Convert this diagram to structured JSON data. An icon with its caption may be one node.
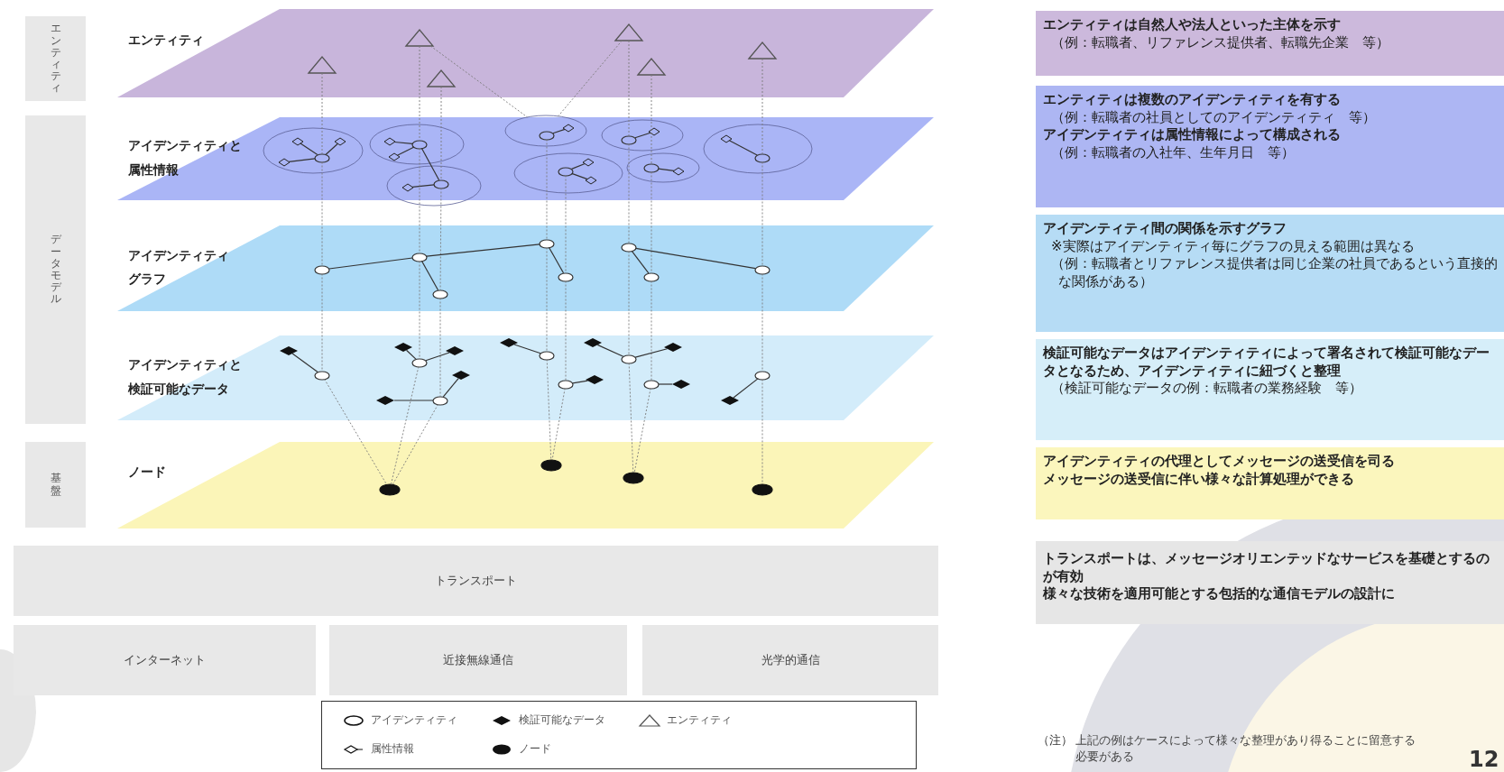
{
  "diagram": {
    "nodes": [
      {
        "text": [
          "エンティティ"
        ]
      },
      {
        "text": [
          "データモデル"
        ]
      },
      {
        "text": [
          "基盤"
        ]
      },
      {
        "text": [
          "エンティティ"
        ]
      },
      {
        "text": [
          "アイデンティティと属性情報"
        ]
      },
      {
        "text": [
          "アイデンティティグラフ"
        ]
      },
      {
        "text": [
          "アイデンティティと検証可能なデータ"
        ]
      },
      {
        "text": [
          "ノード"
        ]
      },
      {
        "text": [
          "エンティティは自然人や法人といった主体を示す",
          "（例：転職者、リファレンス提供者、転職先企業　等）"
        ]
      },
      {
        "text": [
          "エンティティは複数のアイデンティティを有する",
          "（例：転職者の社員としてのアイデンティティ　等）",
          "アイデンティティは属性情報によって構成される",
          "（例：転職者の入社年、生年月日　等）"
        ]
      },
      {
        "text": [
          "アイデンティティ間の関係を示すグラフ",
          "※実際はアイデンティティ毎にグラフの見える範囲は異なる",
          "（例：転職者とリファレンス提供者は同じ企業の社員であるという直接的な関係がある）"
        ]
      },
      {
        "text": [
          "検証可能なデータはアイデンティティによって署名されて検証可能なデータとなるため、アイデンティティに紐づくと整理",
          "（検証可能なデータの例：転職者の業務経験　等）"
        ]
      },
      {
        "text": [
          "アイデンティティの代理としてメッセージの送受信を司る",
          "メッセージの送受信に伴い様々な計算処理ができる"
        ]
      },
      {
        "text": [
          "トランスポートは、メッセージオリエンテッドなサービスを基礎とするのが有効",
          "様々な技術を適用可能とする包括的な通信モデルの設計に"
        ]
      },
      {
        "text": [
          "トランスポート"
        ]
      },
      {
        "text": [
          "インターネット"
        ]
      },
      {
        "text": [
          "近接無線通信"
        ]
      },
      {
        "text": [
          "光学的通信"
        ]
      },
      {
        "text": [],
        "shape": "triangle",
        "in": 3
      },
      {
        "text": [],
        "shape": "triangle",
        "in": 3
      },
      {
        "text": [],
        "shape": "triangle",
        "in": 3
      },
      {
        "text": [],
        "shape": "triangle",
        "in": 3
      },
      {
        "text": [],
        "shape": "triangle",
        "in": 3
      },
      {
        "text": [],
        "shape": "triangle",
        "in": 3
      },
      {
        "text": [],
        "shape": "circle",
        "in": 4
      },
      {
        "text": [],
        "shape": "circle",
        "in": 4
      },
      {
        "text": [],
        "shape": "circle",
        "in": 4
      },
      {
        "text": [],
        "shape": "circle",
        "in": 4
      },
      {
        "text": [],
        "shape": "circle",
        "in": 4
      },
      {
        "text": [],
        "shape": "circle",
        "in": 4
      },
      {
        "text": [],
        "shape": "circle",
        "in": 4
      },
      {
        "text": [],
        "shape": "circle",
        "in": 4
      },
      {
        "text": [],
        "shape": "ellipse",
        "in": 24
      },
      {
        "text": [],
        "shape": "diamond",
        "in": 24
      },
      {
        "text": [],
        "shape": "diamond",
        "in": 24
      },
      {
        "text": [],
        "shape": "diamond",
        "in": 24
      },
      {
        "text": [],
        "shape": "ellipse",
        "in": 25
      },
      {
        "text": [],
        "shape": "diamond",
        "in": 25
      },
      {
        "text": [],
        "shape": "diamond",
        "in": 25
      },
      {
        "text": [],
        "shape": "ellipse",
        "in": 26
      },
      {
        "text": [],
        "shape": "diamond",
        "in": 26
      },
      {
        "text": [],
        "shape": "ellipse",
        "in": 27
      },
      {
        "text": [],
        "shape": "diamond",
        "in": 27
      },
      {
        "text": [],
        "shape": "ellipse",
        "in": 28
      },
      {
        "text": [],
        "shape": "diamond",
        "in": 28
      },
      {
        "text": [],
        "shape": "diamond",
        "in": 28
      },
      {
        "text": [],
        "shape": "ellipse",
        "in": 29
      },
      {
        "text": [],
        "shape": "diamond",
        "in": 29
      },
      {
        "text": [],
        "shape": "ellipse",
        "in": 30
      },
      {
        "text": [],
        "shape": "diamond",
        "in": 30
      },
      {
        "text": [],
        "shape": "ellipse",
        "in": 31
      },
      {
        "text": [],
        "shape": "diamond",
        "in": 31
      },
      {
        "text": [],
        "shape": "ellipse",
        "in": 5
      },
      {
        "text": [],
        "shape": "ellipse",
        "in": 5
      },
      {
        "text": [],
        "shape": "ellipse",
        "in": 5
      },
      {
        "text": [],
        "shape": "ellipse",
        "in": 5
      },
      {
        "text": [],
        "shape": "ellipse",
        "in": 5
      },
      {
        "text": [],
        "shape": "ellipse",
        "in": 5
      },
      {
        "text": [],
        "shape": "ellipse",
        "in": 5
      },
      {
        "text": [],
        "shape": "ellipse",
        "in": 5
      },
      {
        "text": [],
        "shape": "ellipse",
        "in": 6
      },
      {
        "text": [],
        "shape": "ellipse",
        "in": 6
      },
      {
        "text": [],
        "shape": "ellipse",
        "in": 6
      },
      {
        "text": [],
        "shape": "ellipse",
        "in": 6
      },
      {
        "text": [],
        "shape": "ellipse",
        "in": 6
      },
      {
        "text": [],
        "shape": "ellipse",
        "in": 6
      },
      {
        "text": [],
        "shape": "ellipse",
        "in": 6
      },
      {
        "text": [],
        "shape": "ellipse",
        "in": 6
      },
      {
        "text": [],
        "shape": "diamond",
        "in": 6
      },
      {
        "text": [],
        "shape": "diamond",
        "in": 6
      },
      {
        "text": [],
        "shape": "diamond",
        "in": 6
      },
      {
        "text": [],
        "shape": "diamond",
        "in": 6
      },
      {
        "text": [],
        "shape": "diamond",
        "in": 6
      },
      {
        "text": [],
        "shape": "diamond",
        "in": 6
      },
      {
        "text": [],
        "shape": "diamond",
        "in": 6
      },
      {
        "text": [],
        "shape": "diamond",
        "in": 6
      },
      {
        "text": [],
        "shape": "diamond",
        "in": 6
      },
      {
        "text": [],
        "shape": "diamond",
        "in": 6
      },
      {
        "text": [],
        "shape": "diamond",
        "in": 6
      },
      {
        "text": [],
        "shape": "ellipse",
        "in": 7
      },
      {
        "text": [],
        "shape": "ellipse",
        "in": 7
      },
      {
        "text": [],
        "shape": "ellipse",
        "in": 7
      },
      {
        "text": [],
        "shape": "ellipse",
        "in": 7
      }
    ],
    "edges": [
      {
        "from": 18,
        "to": 32,
        "arrow": "none",
        "style": "dashed"
      },
      {
        "from": 19,
        "to": 36,
        "arrow": "none",
        "style": "dashed"
      },
      {
        "from": 20,
        "to": 39,
        "arrow": "none",
        "style": "dashed"
      },
      {
        "from": 19,
        "to": 27,
        "arrow": "none",
        "style": "dashed"
      },
      {
        "from": 21,
        "to": 27,
        "arrow": "none",
        "style": "dashed"
      },
      {
        "from": 21,
        "to": 46,
        "arrow": "none",
        "style": "dashed"
      },
      {
        "from": 22,
        "to": 48,
        "arrow": "none",
        "style": "dashed"
      },
      {
        "from": 23,
        "to": 50,
        "arrow": "none",
        "style": "dashed"
      },
      {
        "from": 32,
        "to": 33,
        "arrow": "none"
      },
      {
        "from": 32,
        "to": 34,
        "arrow": "none"
      },
      {
        "from": 32,
        "to": 35,
        "arrow": "none"
      },
      {
        "from": 36,
        "to": 37,
        "arrow": "none"
      },
      {
        "from": 36,
        "to": 38,
        "arrow": "none"
      },
      {
        "from": 39,
        "to": 40,
        "arrow": "none"
      },
      {
        "from": 36,
        "to": 39,
        "arrow": "none"
      },
      {
        "from": 41,
        "to": 42,
        "arrow": "none"
      },
      {
        "from": 43,
        "to": 44,
        "arrow": "none"
      },
      {
        "from": 43,
        "to": 45,
        "arrow": "none"
      },
      {
        "from": 46,
        "to": 47,
        "arrow": "none"
      },
      {
        "from": 48,
        "to": 49,
        "arrow": "none"
      },
      {
        "from": 50,
        "to": 51,
        "arrow": "none"
      },
      {
        "from": 32,
        "to": 52,
        "arrow": "none",
        "style": "dashed"
      },
      {
        "from": 36,
        "to": 53,
        "arrow": "none",
        "style": "dashed"
      },
      {
        "from": 39,
        "to": 54,
        "arrow": "none",
        "style": "dashed"
      },
      {
        "from": 41,
        "to": 55,
        "arrow": "none",
        "style": "dashed"
      },
      {
        "from": 43,
        "to": 56,
        "arrow": "none",
        "style": "dashed"
      },
      {
        "from": 46,
        "to": 57,
        "arrow": "none",
        "style": "dashed"
      },
      {
        "from": 48,
        "to": 58,
        "arrow": "none",
        "style": "dashed"
      },
      {
        "from": 50,
        "to": 59,
        "arrow": "none",
        "style": "dashed"
      },
      {
        "from": 52,
        "to": 53,
        "arrow": "none"
      },
      {
        "from": 53,
        "to": 55,
        "arrow": "none"
      },
      {
        "from": 53,
        "to": 54,
        "arrow": "none"
      },
      {
        "from": 55,
        "to": 56,
        "arrow": "none"
      },
      {
        "from": 57,
        "to": 58,
        "arrow": "none"
      },
      {
        "from": 57,
        "to": 59,
        "arrow": "none"
      },
      {
        "from": 52,
        "to": 60,
        "arrow": "none",
        "style": "dashed"
      },
      {
        "from": 53,
        "to": 61,
        "arrow": "none",
        "style": "dashed"
      },
      {
        "from": 54,
        "to": 62,
        "arrow": "none",
        "style": "dashed"
      },
      {
        "from": 55,
        "to": 63,
        "arrow": "none",
        "style": "dashed"
      },
      {
        "from": 56,
        "to": 64,
        "arrow": "none",
        "style": "dashed"
      },
      {
        "from": 57,
        "to": 65,
        "arrow": "none",
        "style": "dashed"
      },
      {
        "from": 58,
        "to": 66,
        "arrow": "none",
        "style": "dashed"
      },
      {
        "from": 59,
        "to": 67,
        "arrow": "none",
        "style": "dashed"
      },
      {
        "from": 68,
        "to": 60,
        "arrow": "none"
      },
      {
        "from": 69,
        "to": 61,
        "arrow": "none"
      },
      {
        "from": 61,
        "to": 70,
        "arrow": "none"
      },
      {
        "from": 71,
        "to": 62,
        "arrow": "none"
      },
      {
        "from": 72,
        "to": 62,
        "arrow": "none"
      },
      {
        "from": 73,
        "to": 63,
        "arrow": "none"
      },
      {
        "from": 64,
        "to": 74,
        "arrow": "none"
      },
      {
        "from": 75,
        "to": 65,
        "arrow": "none"
      },
      {
        "from": 65,
        "to": 76,
        "arrow": "none"
      },
      {
        "from": 66,
        "to": 77,
        "arrow": "none"
      },
      {
        "from": 67,
        "to": 78,
        "arrow": "none"
      },
      {
        "from": 60,
        "to": 79,
        "arrow": "none",
        "style": "dashed"
      },
      {
        "from": 61,
        "to": 79,
        "arrow": "none",
        "style": "dashed"
      },
      {
        "from": 62,
        "to": 79,
        "arrow": "none",
        "style": "dashed"
      },
      {
        "from": 63,
        "to": 80,
        "arrow": "none",
        "style": "dashed"
      },
      {
        "from": 64,
        "to": 80,
        "arrow": "none",
        "style": "dashed"
      },
      {
        "from": 65,
        "to": 81,
        "arrow": "none",
        "style": "dashed"
      },
      {
        "from": 66,
        "to": 81,
        "arrow": "none",
        "style": "dashed"
      },
      {
        "from": 67,
        "to": 82,
        "arrow": "none",
        "style": "dashed"
      }
    ],
    "labels": [
      "（注）",
      "上記の例はケースによって様々な整理があり得ることに留意する必要がある",
      "12"
    ],
    "legend": [
      {
        "text": "アイデンティティ"
      },
      {
        "text": "検証可能なデータ"
      },
      {
        "text": "エンティティ"
      },
      {
        "text": "属性情報"
      },
      {
        "text": "ノード"
      }
    ]
  }
}
